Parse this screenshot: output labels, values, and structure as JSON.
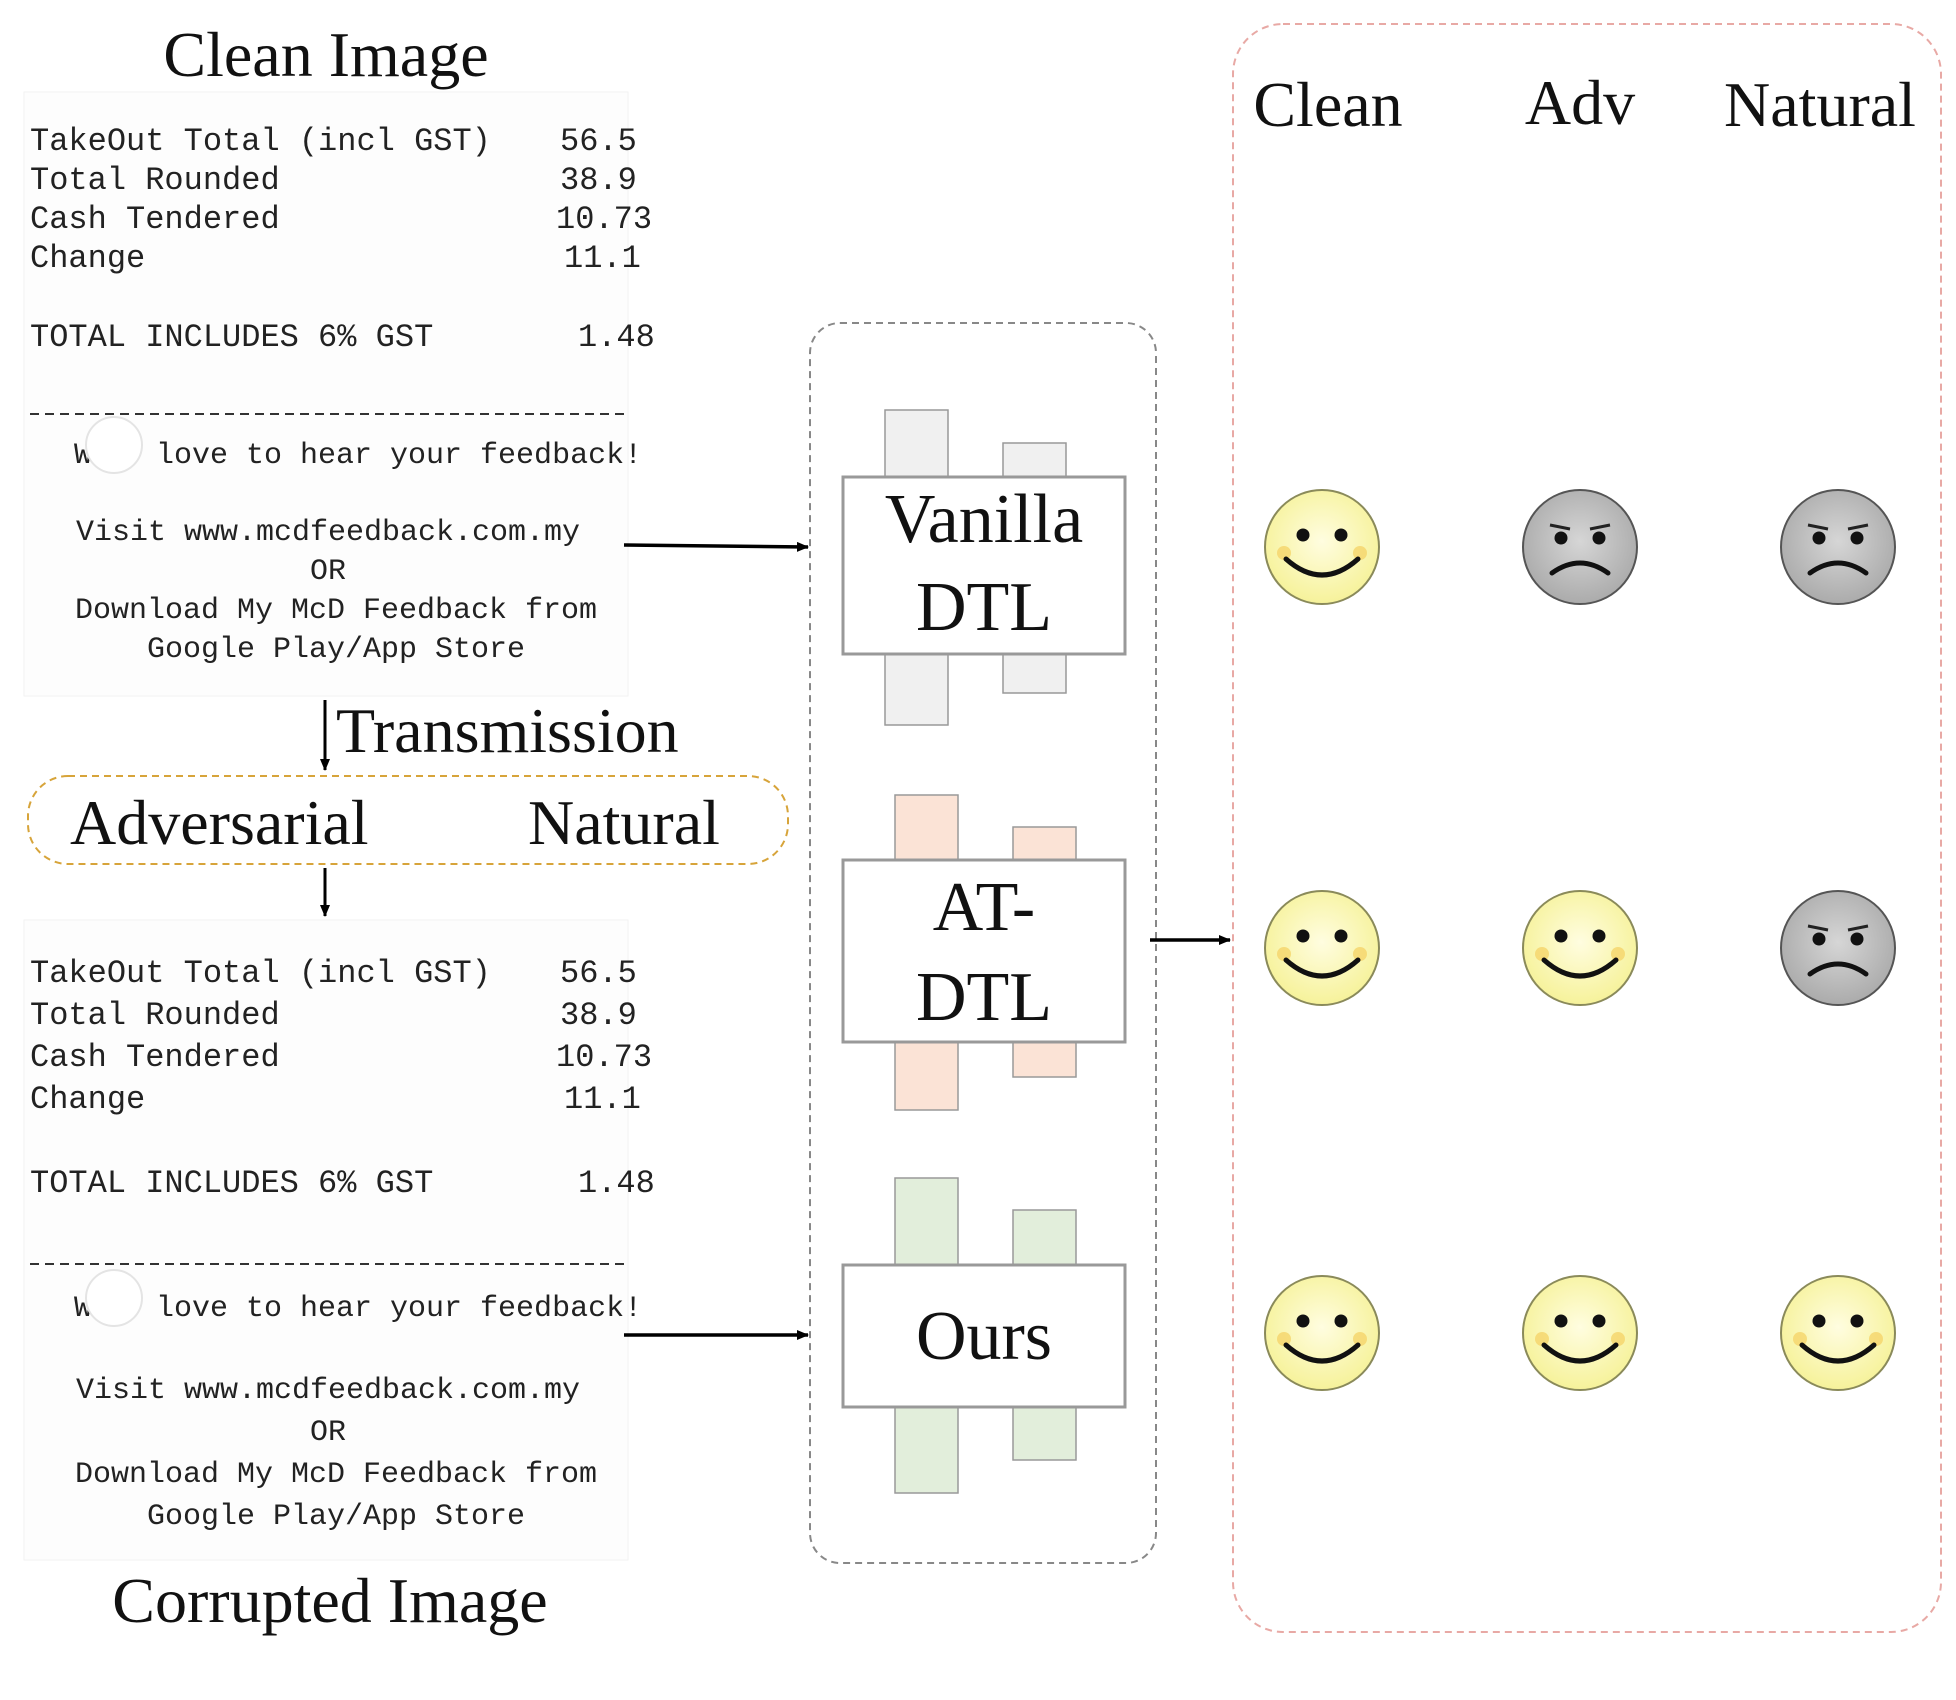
{
  "titles": {
    "clean_image": "Clean Image",
    "corrupted_image": "Corrupted Image",
    "transmission": "Transmission"
  },
  "corruption": {
    "adversarial": "Adversarial",
    "natural": "Natural"
  },
  "receipt": {
    "rows": [
      {
        "label": "TakeOut Total (incl GST)",
        "value": "56.5"
      },
      {
        "label": "Total Rounded",
        "value": "38.9"
      },
      {
        "label": "Cash Tendered",
        "value": "10.73"
      },
      {
        "label": "Change",
        "value": "11.1"
      }
    ],
    "gst_label": "TOTAL INCLUDES 6% GST",
    "gst_value": "1.48",
    "divider": "- - - - - - - - - - - - - - - - - - - - - - - - - - - - - - - - - - -",
    "feedback_prefix": "W",
    "feedback": "love to hear your feedback!",
    "visit": "Visit www.mcdfeedback.com.my",
    "or": "OR",
    "download": "Download My McD Feedback from",
    "store": "Google Play/App Store"
  },
  "models": {
    "vanilla_line1": "Vanilla",
    "vanilla_line2": "DTL",
    "at_line1": "AT-",
    "at_line2": "DTL",
    "ours": "Ours"
  },
  "results": {
    "headers": {
      "clean": "Clean",
      "adv": "Adv",
      "natural": "Natural"
    },
    "rows": [
      {
        "model": "Vanilla DTL",
        "clean": "happy",
        "adv": "sad",
        "natural": "sad"
      },
      {
        "model": "AT-DTL",
        "clean": "happy",
        "adv": "happy",
        "natural": "sad"
      },
      {
        "model": "Ours",
        "clean": "happy",
        "adv": "happy",
        "natural": "happy"
      }
    ]
  },
  "colors": {
    "vanilla_bar": "#f0f0f0",
    "at_bar": "#fbe3d6",
    "ours_bar": "#e2eedb",
    "happy_face": "#fdfbb5",
    "sad_face": "#bfbfbf",
    "results_border": "#e8a9a5",
    "corruption_border": "#d7a43a",
    "models_border": "#888888"
  }
}
